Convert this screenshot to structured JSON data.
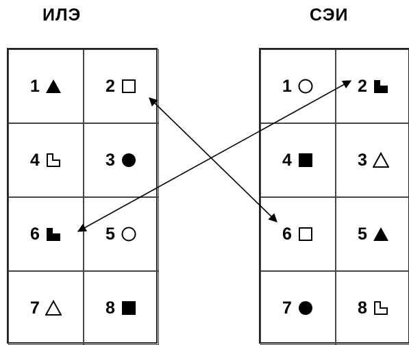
{
  "titles": {
    "left": "ИЛЭ",
    "right": "СЭИ"
  },
  "left_cells": [
    {
      "num": "1",
      "shape": "filled-triangle"
    },
    {
      "num": "2",
      "shape": "open-square"
    },
    {
      "num": "4",
      "shape": "open-l-shape"
    },
    {
      "num": "3",
      "shape": "filled-circle"
    },
    {
      "num": "6",
      "shape": "filled-l-shape"
    },
    {
      "num": "5",
      "shape": "open-circle"
    },
    {
      "num": "7",
      "shape": "open-triangle"
    },
    {
      "num": "8",
      "shape": "filled-square"
    }
  ],
  "right_cells": [
    {
      "num": "1",
      "shape": "open-circle"
    },
    {
      "num": "2",
      "shape": "filled-l-shape"
    },
    {
      "num": "4",
      "shape": "filled-square"
    },
    {
      "num": "3",
      "shape": "open-triangle"
    },
    {
      "num": "6",
      "shape": "open-square"
    },
    {
      "num": "5",
      "shape": "filled-triangle"
    },
    {
      "num": "7",
      "shape": "filled-circle"
    },
    {
      "num": "8",
      "shape": "open-l-shape"
    }
  ],
  "connections": [
    {
      "from": "left-2",
      "to": "right-6",
      "style": "double-arrow"
    },
    {
      "from": "right-2",
      "to": "left-6",
      "style": "double-arrow"
    }
  ]
}
